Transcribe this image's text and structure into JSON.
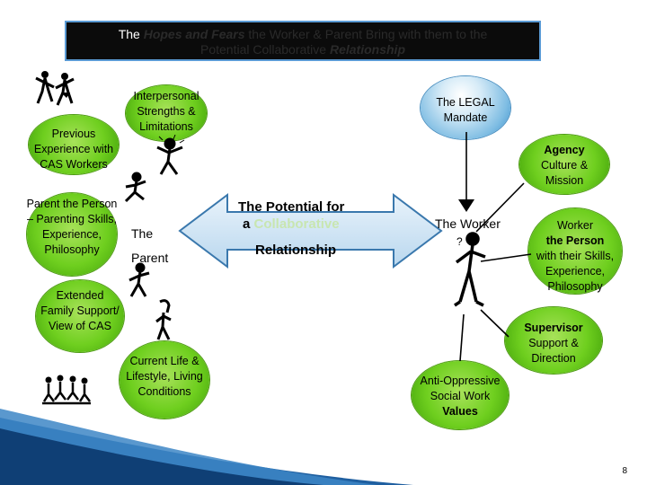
{
  "title": {
    "line1_pre": "The ",
    "line1_em": "Hopes and Fears",
    "line1_post": " the Worker & Parent Bring with them to the",
    "line2_pre": "Potential Collaborative ",
    "line2_em": "Relationship"
  },
  "nodes": {
    "previous_experience": "Previous Experience with CAS Workers",
    "interpersonal": "Interpersonal Strengths & Limitations",
    "parent_the_person": "Parent the Person – Parenting Skills, Experience, Philosophy",
    "extended_family": "Extended Family Support/ View of CAS",
    "current_life": "Current Life & Lifestyle, Living Conditions",
    "legal_mandate": "The LEGAL Mandate",
    "agency_bold": "Agency",
    "agency_rest": "Culture & Mission",
    "worker_the_person_1": "Worker",
    "worker_the_person_2": "the Person",
    "worker_the_person_3": "with their Skills, Experience, Philosophy",
    "supervisor_bold": "Supervisor",
    "supervisor_rest": "Support & Direction",
    "anti_oppressive_1": "Anti-Oppressive Social Work",
    "anti_oppressive_2": "Values"
  },
  "center": {
    "potential_line1": "The Potential for",
    "potential_line2_pre": "a ",
    "potential_line2_em": "Collaborative",
    "relationship": "Relationship",
    "the": "The",
    "parent": "Parent",
    "worker": "The Worker",
    "question": "?"
  },
  "page_number": "8",
  "colors": {
    "green": "#6fcf1f",
    "blue": "#4a9fd8",
    "collaborative": "#c8e6b0"
  }
}
